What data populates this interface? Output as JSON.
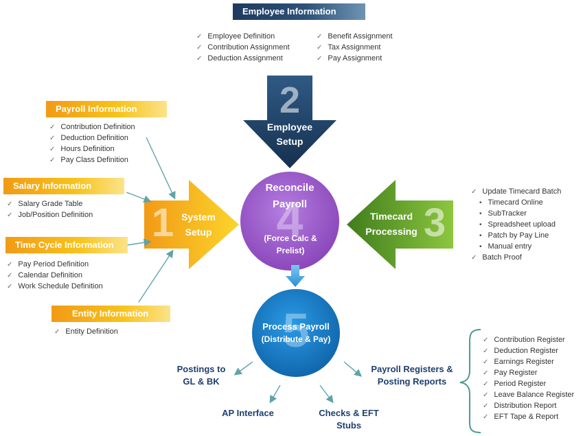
{
  "employee_info": {
    "header": "Employee Information",
    "left_items": [
      "Employee Definition",
      "Contribution Assignment",
      "Deduction Assignment"
    ],
    "right_items": [
      "Benefit Assignment",
      "Tax Assignment",
      "Pay Assignment"
    ]
  },
  "payroll_info": {
    "header": "Payroll Information",
    "items": [
      "Contribution Definition",
      "Deduction Definition",
      "Hours Definition",
      "Pay Class Definition"
    ]
  },
  "salary_info": {
    "header": "Salary Information",
    "items": [
      "Salary Grade Table",
      "Job/Position Definition"
    ]
  },
  "time_cycle_info": {
    "header": "Time Cycle Information",
    "items": [
      "Pay Period Definition",
      "Calendar Definition",
      "Work Schedule Definition"
    ]
  },
  "entity_info": {
    "header": "Entity Information",
    "items": [
      "Entity Definition"
    ]
  },
  "steps": {
    "system_setup": {
      "number": "1",
      "line1": "System",
      "line2": "Setup"
    },
    "employee_setup": {
      "number": "2",
      "line1": "Employee",
      "line2": "Setup"
    },
    "timecard": {
      "number": "3",
      "line1": "Timecard",
      "line2": "Processing"
    },
    "reconcile": {
      "number": "4",
      "line1": "Reconcile",
      "line2": "Payroll",
      "line3": "(Force Calc &",
      "line4": "Prelist)"
    },
    "process": {
      "number": "5",
      "line1": "Process Payroll",
      "line2": "(Distribute & Pay)"
    }
  },
  "timecard_list": {
    "item1": "Update Timecard Batch",
    "subitems": [
      "Timecard Online",
      "SubTracker",
      "Spreadsheet upload",
      "Patch by Pay Line",
      "Manual entry"
    ],
    "item2": "Batch Proof"
  },
  "outputs": {
    "postings": {
      "line1": "Postings to",
      "line2": "GL & BK"
    },
    "ap": "AP Interface",
    "checks": {
      "line1": "Checks & EFT",
      "line2": "Stubs"
    },
    "registers": {
      "line1": "Payroll Registers &",
      "line2": "Posting Reports"
    }
  },
  "registers_list": [
    "Contribution Register",
    "Deduction Register",
    "Earnings Register",
    "Pay Register",
    "Period Register",
    "Leave Balance Register",
    "Distribution Report",
    "EFT Tape & Report"
  ],
  "colors": {
    "navy": "#1f3a5f",
    "orange": "#f29a16",
    "yellow": "#f7c31b",
    "green": "#5a9b2a",
    "purple": "#9b59c9",
    "blue": "#1a7cc8",
    "teal_arrow": "#5fa3a9",
    "label_blue": "#1d3f6e"
  }
}
